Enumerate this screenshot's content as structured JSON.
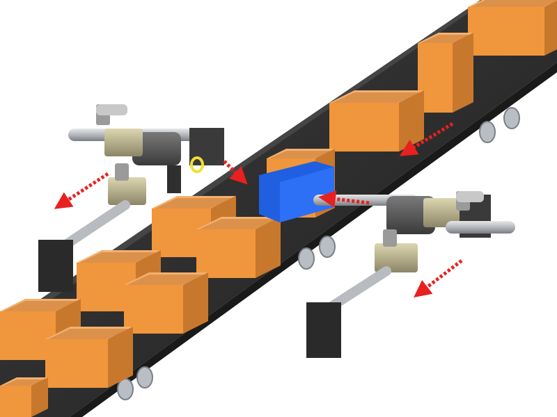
{
  "scene": {
    "subject": "conveyor-box-transfer-station",
    "labels": []
  },
  "palette": {
    "background": "#ffffff",
    "belt": "#2b2b2b",
    "belt_edge": "#3c3c3c",
    "roller": "#aab0b8",
    "box_front": "#f0963c",
    "box_side": "#c8782c",
    "box_inner": "#f4b070",
    "pusher_plate": "#1f5fe0",
    "cylinder_dark": "#555555",
    "cylinder_body": "#c9c29a",
    "rod": "#b8bcc0",
    "arrow": "#e82020",
    "ring": "#f0e030"
  },
  "icons": {
    "motion_arrow": "red-dashed-arrow",
    "seal_ring": "yellow-ring"
  }
}
